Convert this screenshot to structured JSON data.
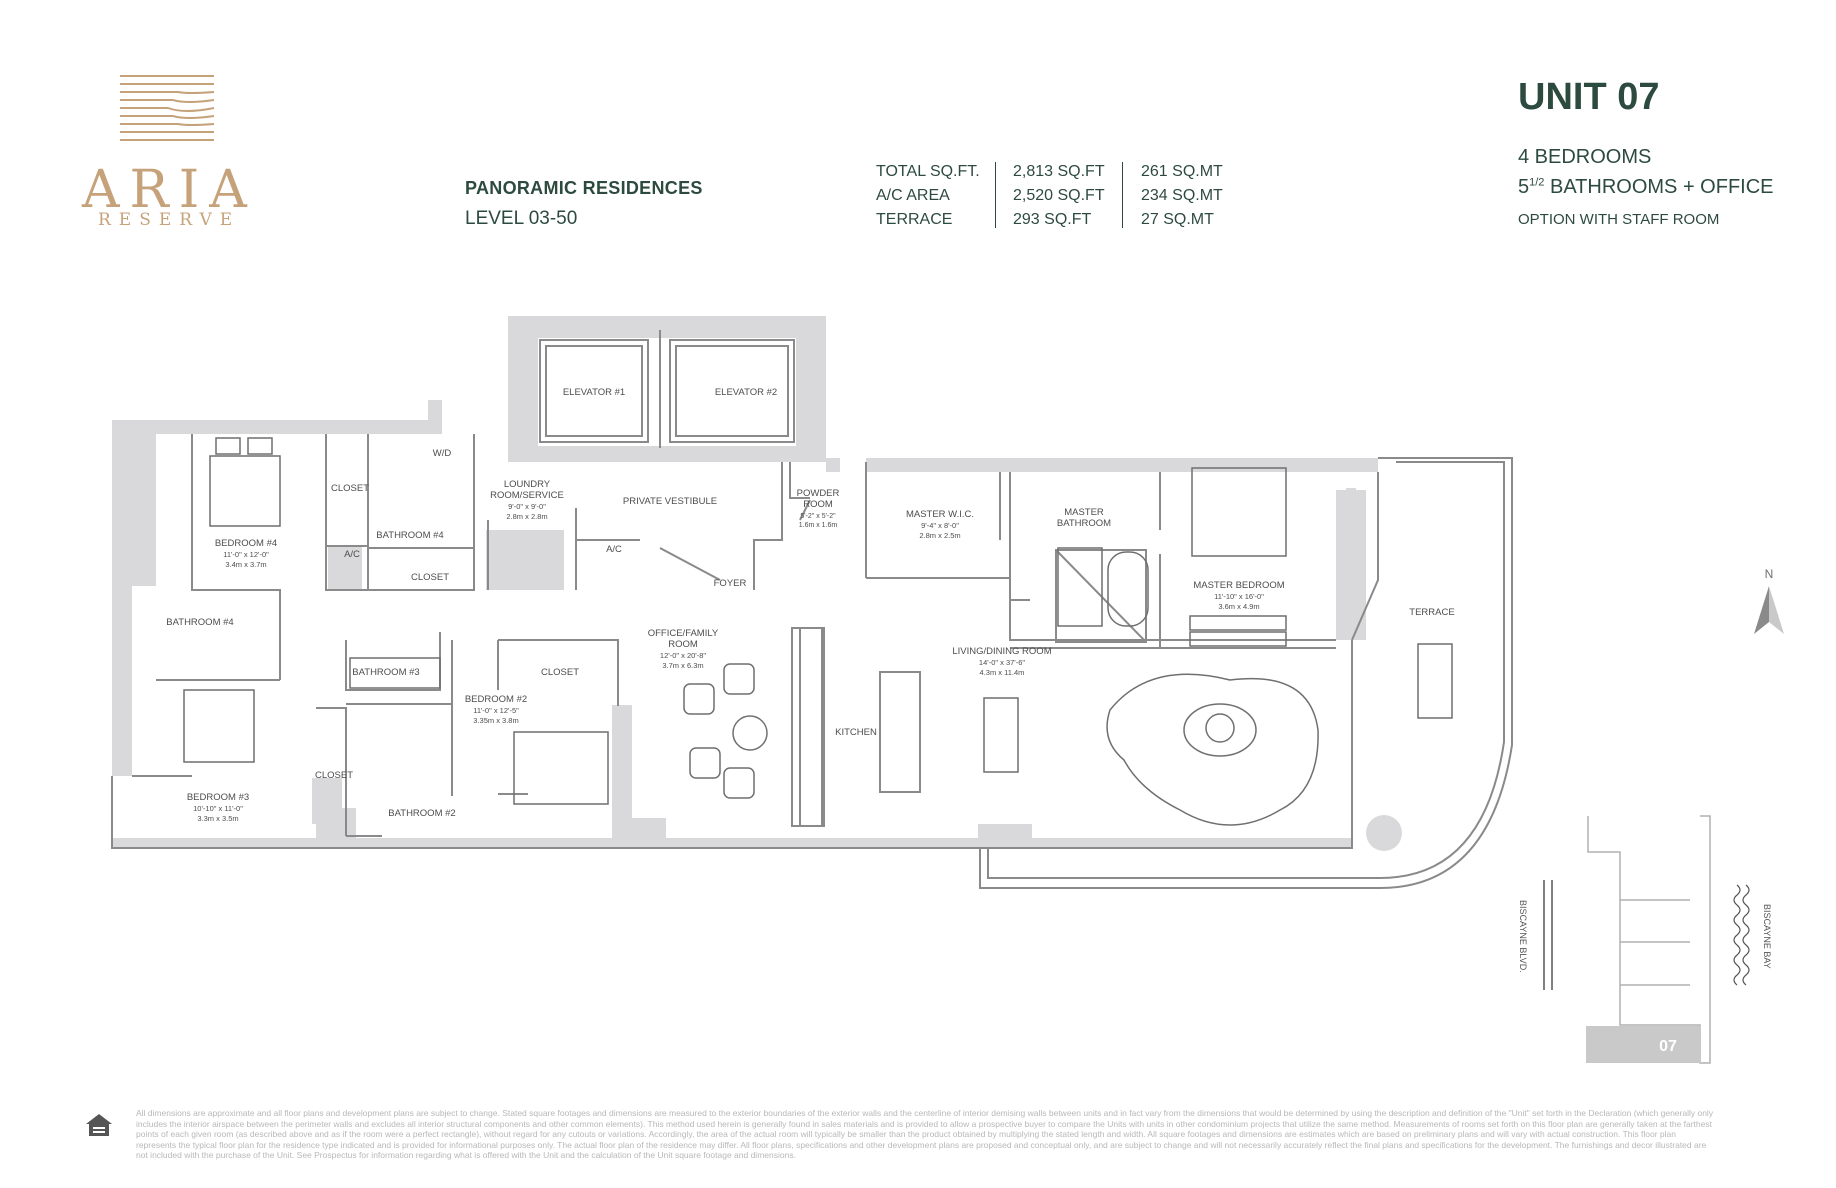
{
  "brand": {
    "name": "ARIA",
    "subtitle": "RESERVE"
  },
  "header": {
    "collection": "PANORAMIC RESIDENCES",
    "levels": "LEVEL 03-50"
  },
  "areas": {
    "labels": [
      "TOTAL SQ.FT.",
      "A/C AREA",
      "TERRACE"
    ],
    "sqft": [
      "2,813 SQ.FT",
      "2,520 SQ.FT",
      "293 SQ.FT"
    ],
    "sqm": [
      "261 SQ.MT",
      "234 SQ.MT",
      "27 SQ.MT"
    ]
  },
  "unit": {
    "title": "UNIT 07",
    "bedrooms": "4 BEDROOMS",
    "bathrooms_number": "5",
    "bathrooms_fraction": "1/2",
    "bathrooms_text": " BATHROOMS + OFFICE",
    "option": "OPTION WITH STAFF ROOM"
  },
  "plan": {
    "elevator1": "ELEVATOR #1",
    "elevator2": "ELEVATOR #2",
    "wd": "W/D",
    "closet": "CLOSET",
    "ac": "A/C",
    "bathroom4": "BATHROOM #4",
    "bedroom4": {
      "name": "BEDROOM #4",
      "dim_ft": "11'-0\" x 12'-0\"",
      "dim_m": "3.4m x 3.7m"
    },
    "laundry": {
      "name1": "LOUNDRY",
      "name2": "ROOM/SERVICE",
      "dim_ft": "9'-0\" x 9'-0\"",
      "dim_m": "2.8m x 2.8m"
    },
    "vestibule": "PRIVATE VESTIBULE",
    "powder": {
      "name1": "POWDER",
      "name2": "ROOM",
      "dim_ft": "5'-2\" x 5'-2\"",
      "dim_m": "1.6m x 1.6m"
    },
    "master_wic": {
      "name": "MASTER W.I.C.",
      "dim_ft": "9'-4\" x 8'-0\"",
      "dim_m": "2.8m x 2.5m"
    },
    "master_bath": {
      "name1": "MASTER",
      "name2": "BATHROOM"
    },
    "master_bed": {
      "name": "MASTER BEDROOM",
      "dim_ft": "11'-10\" x 16'-0\"",
      "dim_m": "3.6m x 4.9m"
    },
    "foyer": "FOYER",
    "terrace": "TERRACE",
    "bathroom3": "BATHROOM #3",
    "bathroom2": "BATHROOM #2",
    "bedroom3": {
      "name": "BEDROOM #3",
      "dim_ft": "10'-10\" x 11'-0\"",
      "dim_m": "3.3m x 3.5m"
    },
    "bedroom2": {
      "name": "BEDROOM #2",
      "dim_ft": "11'-0\" x 12'-5\"",
      "dim_m": "3.35m x 3.8m"
    },
    "office": {
      "name1": "OFFICE/FAMILY",
      "name2": "ROOM",
      "dim_ft": "12'-0\" x 20'-8\"",
      "dim_m": "3.7m x 6.3m"
    },
    "kitchen": "KITCHEN",
    "living": {
      "name": "LIVING/DINING ROOM",
      "dim_ft": "14'-0\" x 37'-6\"",
      "dim_m": "4.3m x 11.4m"
    }
  },
  "keyplan": {
    "north": "N",
    "street_left": "BISCAYNE BLVD.",
    "street_right": "BISCAYNE BAY",
    "unit_tag": "07"
  },
  "disclaimer": "All dimensions are approximate and all floor plans and development plans are subject to change. Stated square footages and dimensions are measured to the exterior boundaries of the exterior walls and the centerline of interior demising walls between units and in fact vary from the dimensions that would be determined by using the description and definition of the \"Unit\" set forth in the Declaration (which generally only includes the interior airspace between the perimeter walls and excludes all interior structural components and other common elements). This method used herein is generally found in sales materials and is provided to allow a prospective buyer to compare the Units with units in other condominium projects that utilize the same method. Measurements of rooms set forth on this floor plan are generally taken at the farthest points of each given room (as described above and as if the room were a perfect rectangle), without regard for any cutouts or variations. Accordingly, the area of the actual room will typically be smaller than the product obtained by multiplying the stated length and width. All square footages and dimensions are estimates which are based on preliminary plans and will vary with actual construction. This floor plan represents the typical floor plan for the residence type indicated and is provided for informational purposes only. The actual floor plan of the residence may differ. All floor plans, specifications and other development plans are proposed and conceptual only, and are subject to change and will not necessarily accurately reflect the final plans and specifications for the development. The furnishings and decor illustrated are not included with the purchase of the Unit. See Prospectus for information regarding what is offered with the Unit and the calculation of the Unit square footage and dimensions.",
  "colors": {
    "brand_gold": "#c6a27a",
    "text_green": "#2d4a3f",
    "wall_gray": "#d9d9db",
    "line_gray": "#7a7a7a"
  }
}
